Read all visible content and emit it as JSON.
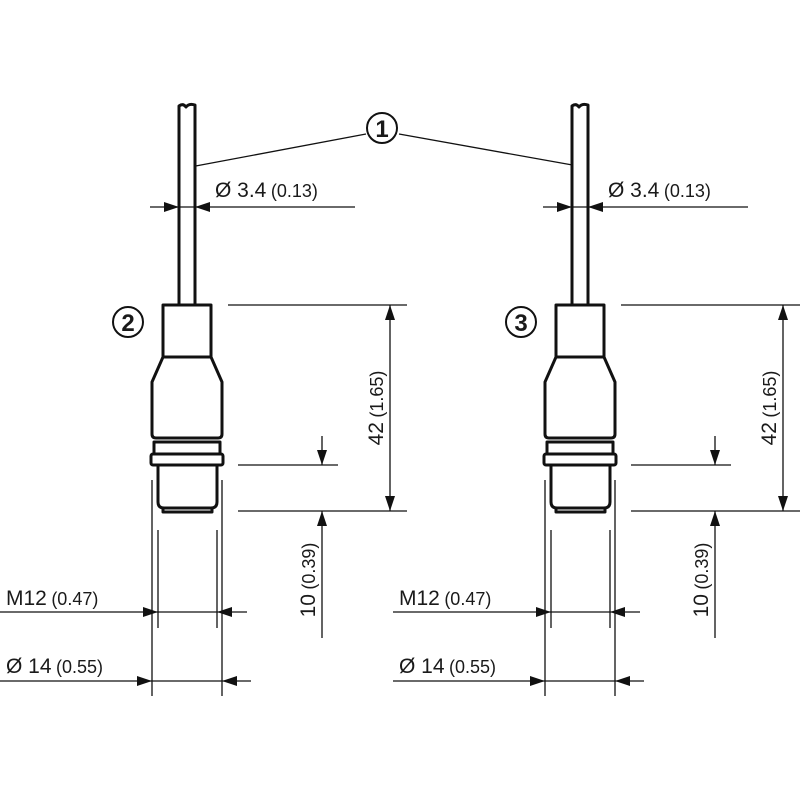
{
  "drawing": {
    "callouts": {
      "cable": "1",
      "connector_left": "2",
      "connector_right": "3"
    },
    "variants": [
      {
        "callout": "2",
        "cable_diameter": {
          "value": "Ø 3.4",
          "inch": "(0.13)"
        },
        "length": {
          "value": "42",
          "inch": "(1.65)"
        },
        "thread_length": {
          "value": "10",
          "inch": "(0.39)"
        },
        "thread": {
          "value": "M12",
          "inch": "(0.47)"
        },
        "nut_diameter": {
          "value": "Ø 14",
          "inch": "(0.55)"
        }
      },
      {
        "callout": "3",
        "cable_diameter": {
          "value": "Ø 3.4",
          "inch": "(0.13)"
        },
        "length": {
          "value": "42",
          "inch": "(1.65)"
        },
        "thread_length": {
          "value": "10",
          "inch": "(0.39)"
        },
        "thread": {
          "value": "M12",
          "inch": "(0.47)"
        },
        "nut_diameter": {
          "value": "Ø 14",
          "inch": "(0.55)"
        }
      }
    ]
  }
}
